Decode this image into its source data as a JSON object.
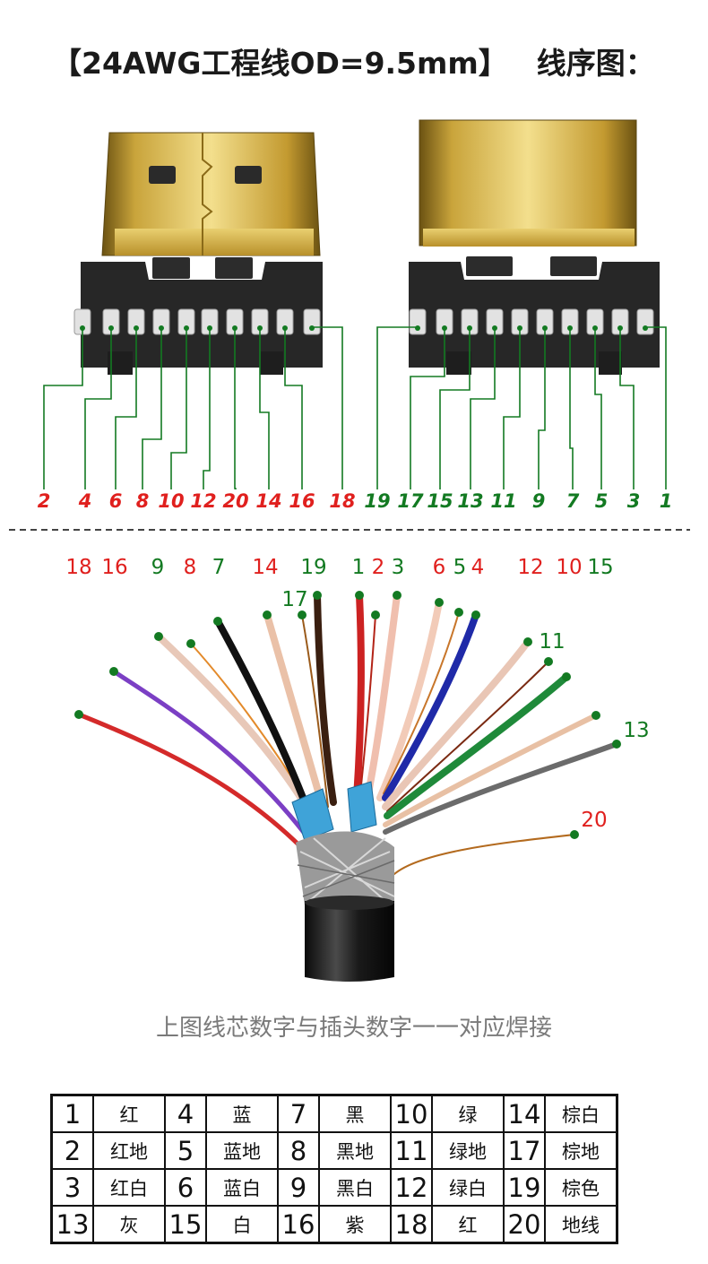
{
  "title": {
    "left": "【24AWG工程线OD=9.5mm】",
    "right": "线序图："
  },
  "left_connector": {
    "labels": [
      "2",
      "4",
      "6",
      "8",
      "10",
      "12",
      "20",
      "14",
      "16",
      "18"
    ],
    "color": "#e0201e"
  },
  "right_connector": {
    "labels": [
      "19",
      "17",
      "15",
      "13",
      "11",
      "9",
      "7",
      "5",
      "3",
      "1"
    ],
    "color": "#137a22"
  },
  "wire_labels": {
    "w18": "18",
    "w16": "16",
    "w9": "9",
    "w8": "8",
    "w7": "7",
    "w14": "14",
    "w19": "19",
    "w17": "17",
    "w1": "1",
    "w2": "2",
    "w3": "3",
    "w6": "6",
    "w5": "5",
    "w4": "4",
    "w12": "12",
    "w10": "10",
    "w15": "15",
    "w11": "11",
    "w13": "13",
    "w20": "20"
  },
  "colors": {
    "red_label": "#e0201e",
    "green_label": "#137a22"
  },
  "caption": "上图线芯数字与插头数字一一对应焊接",
  "table": {
    "rows": [
      [
        {
          "num": "1",
          "color": "红"
        },
        {
          "num": "4",
          "color": "蓝"
        },
        {
          "num": "7",
          "color": "黑"
        },
        {
          "num": "10",
          "color": "绿"
        },
        {
          "num": "14",
          "color": "棕白"
        }
      ],
      [
        {
          "num": "2",
          "color": "红地"
        },
        {
          "num": "5",
          "color": "蓝地"
        },
        {
          "num": "8",
          "color": "黑地"
        },
        {
          "num": "11",
          "color": "绿地"
        },
        {
          "num": "17",
          "color": "棕地"
        }
      ],
      [
        {
          "num": "3",
          "color": "红白"
        },
        {
          "num": "6",
          "color": "蓝白"
        },
        {
          "num": "9",
          "color": "黑白"
        },
        {
          "num": "12",
          "color": "绿白"
        },
        {
          "num": "19",
          "color": "棕色"
        }
      ],
      [
        {
          "num": "13",
          "color": "灰"
        },
        {
          "num": "15",
          "color": "白"
        },
        {
          "num": "16",
          "color": "紫"
        },
        {
          "num": "18",
          "color": "红"
        },
        {
          "num": "20",
          "color": "地线"
        }
      ]
    ]
  }
}
